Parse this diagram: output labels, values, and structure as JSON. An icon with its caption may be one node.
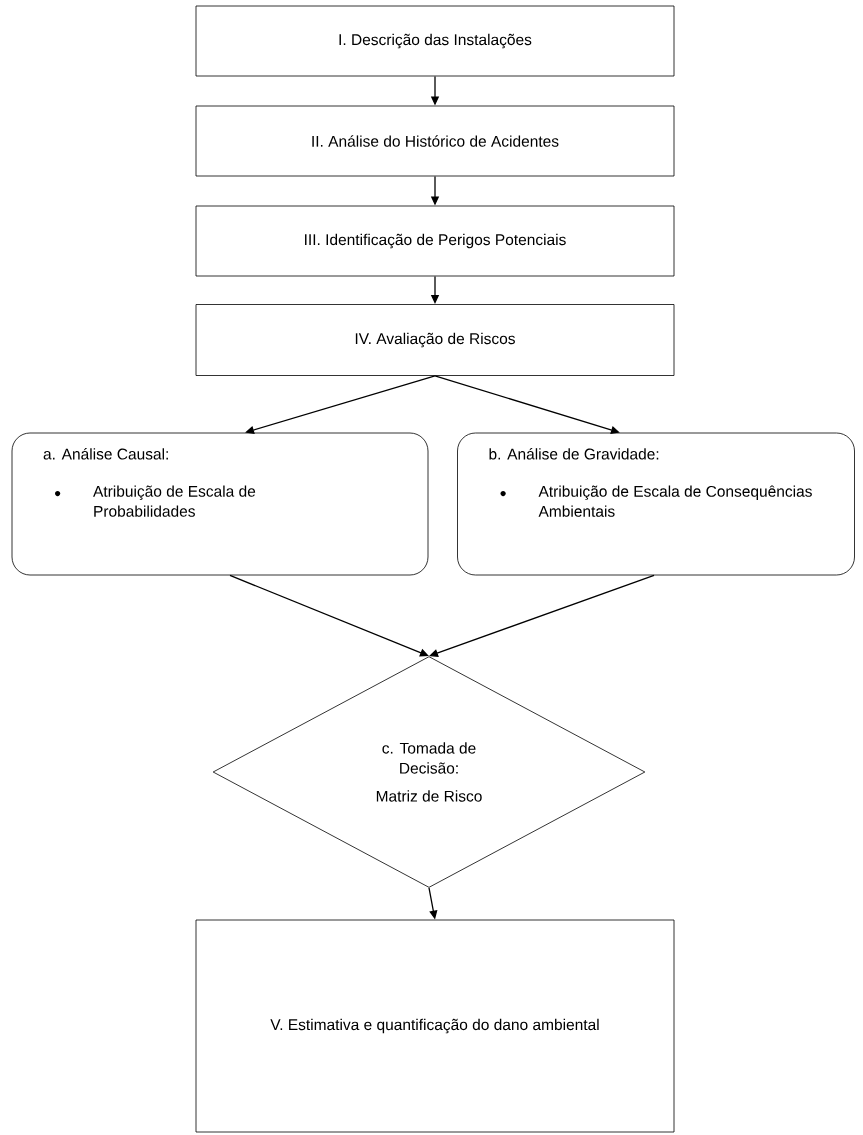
{
  "diagram": {
    "nodes": [
      {
        "text": [
          "I. Descrição das Instalações"
        ]
      },
      {
        "text": [
          "II. Análise do Histórico de Acidentes"
        ]
      },
      {
        "text": [
          "III. Identificação de Perigos Potenciais"
        ]
      },
      {
        "text": [
          "IV. Avaliação de Riscos"
        ]
      },
      {
        "text": [
          "a. Análise Causal:",
          "Atribuição de Escala de Probabilidades"
        ]
      },
      {
        "text": [
          "b. Análise de Gravidade:",
          "Atribuição de Escala de Consequências Ambientais"
        ]
      },
      {
        "text": [
          "c. Tomada de Decisão:",
          "Matriz de Risco"
        ]
      },
      {
        "text": [
          "V. Estimativa e quantificação do dano ambiental"
        ]
      }
    ],
    "edges": [
      {
        "from": 0,
        "to": 1,
        "arrow": "to"
      },
      {
        "from": 1,
        "to": 2,
        "arrow": "to"
      },
      {
        "from": 2,
        "to": 3,
        "arrow": "to"
      },
      {
        "from": 3,
        "to": 4,
        "arrow": "to"
      },
      {
        "from": 3,
        "to": 5,
        "arrow": "to"
      },
      {
        "from": 4,
        "to": 6,
        "arrow": "to"
      },
      {
        "from": 5,
        "to": 6,
        "arrow": "to"
      },
      {
        "from": 6,
        "to": 7,
        "arrow": "to"
      }
    ]
  }
}
